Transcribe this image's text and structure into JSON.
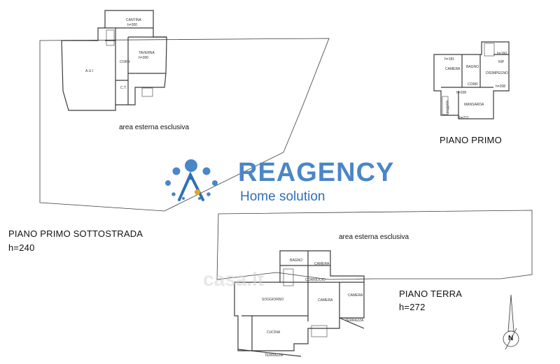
{
  "colors": {
    "line": "#3a3a3a",
    "logo_blue": "#4a86c8",
    "logo_dark": "#2f6fb6",
    "logo_gold": "#e0a62b",
    "watermark": "#c9c9c9"
  },
  "logo": {
    "brand_first": "RE",
    "brand_rest": "AGENCY",
    "tagline": "Home solution"
  },
  "basement": {
    "outdoor": "area esterna esclusiva",
    "title": "PIANO PRIMO SOTTOSTRADA",
    "height": "h=240",
    "rooms": {
      "cantina": "CANTINA",
      "cantina_h": "h=300",
      "taverna": "TAVERNA",
      "taverna_h": "h=300",
      "au": "A.U.I",
      "corr": "CORR",
      "ct": "C.T."
    }
  },
  "first_floor": {
    "title": "PIANO PRIMO",
    "rooms": {
      "camera": "CAMERA",
      "bagno": "BAGNO",
      "rip": "RIP",
      "disimpegno": "DISIMPEGNO",
      "corr": "CORR",
      "mansarda": "MANSARDA",
      "poggiolo": "poggiolo",
      "h1": "h=181",
      "h2": "h=160",
      "h3": "h=208",
      "h4": "h=208",
      "h5": "h=211"
    }
  },
  "ground_floor": {
    "outdoor": "area esterna esclusiva",
    "title": "PIANO TERRA",
    "height": "h=272",
    "rooms": {
      "bagno": "BAGNO",
      "camera1": "CAMERA",
      "corridoio": "CORRIDOIO",
      "soggiorno": "SOGGIORNO",
      "camera2": "CAMERA",
      "camera3": "CAMERA",
      "cucina": "CUCINA",
      "terrazza1": "TERRAZZA",
      "terrazza2": "TERRAZZA"
    }
  },
  "compass": {
    "north": "N"
  },
  "watermark_text": "casa.it"
}
